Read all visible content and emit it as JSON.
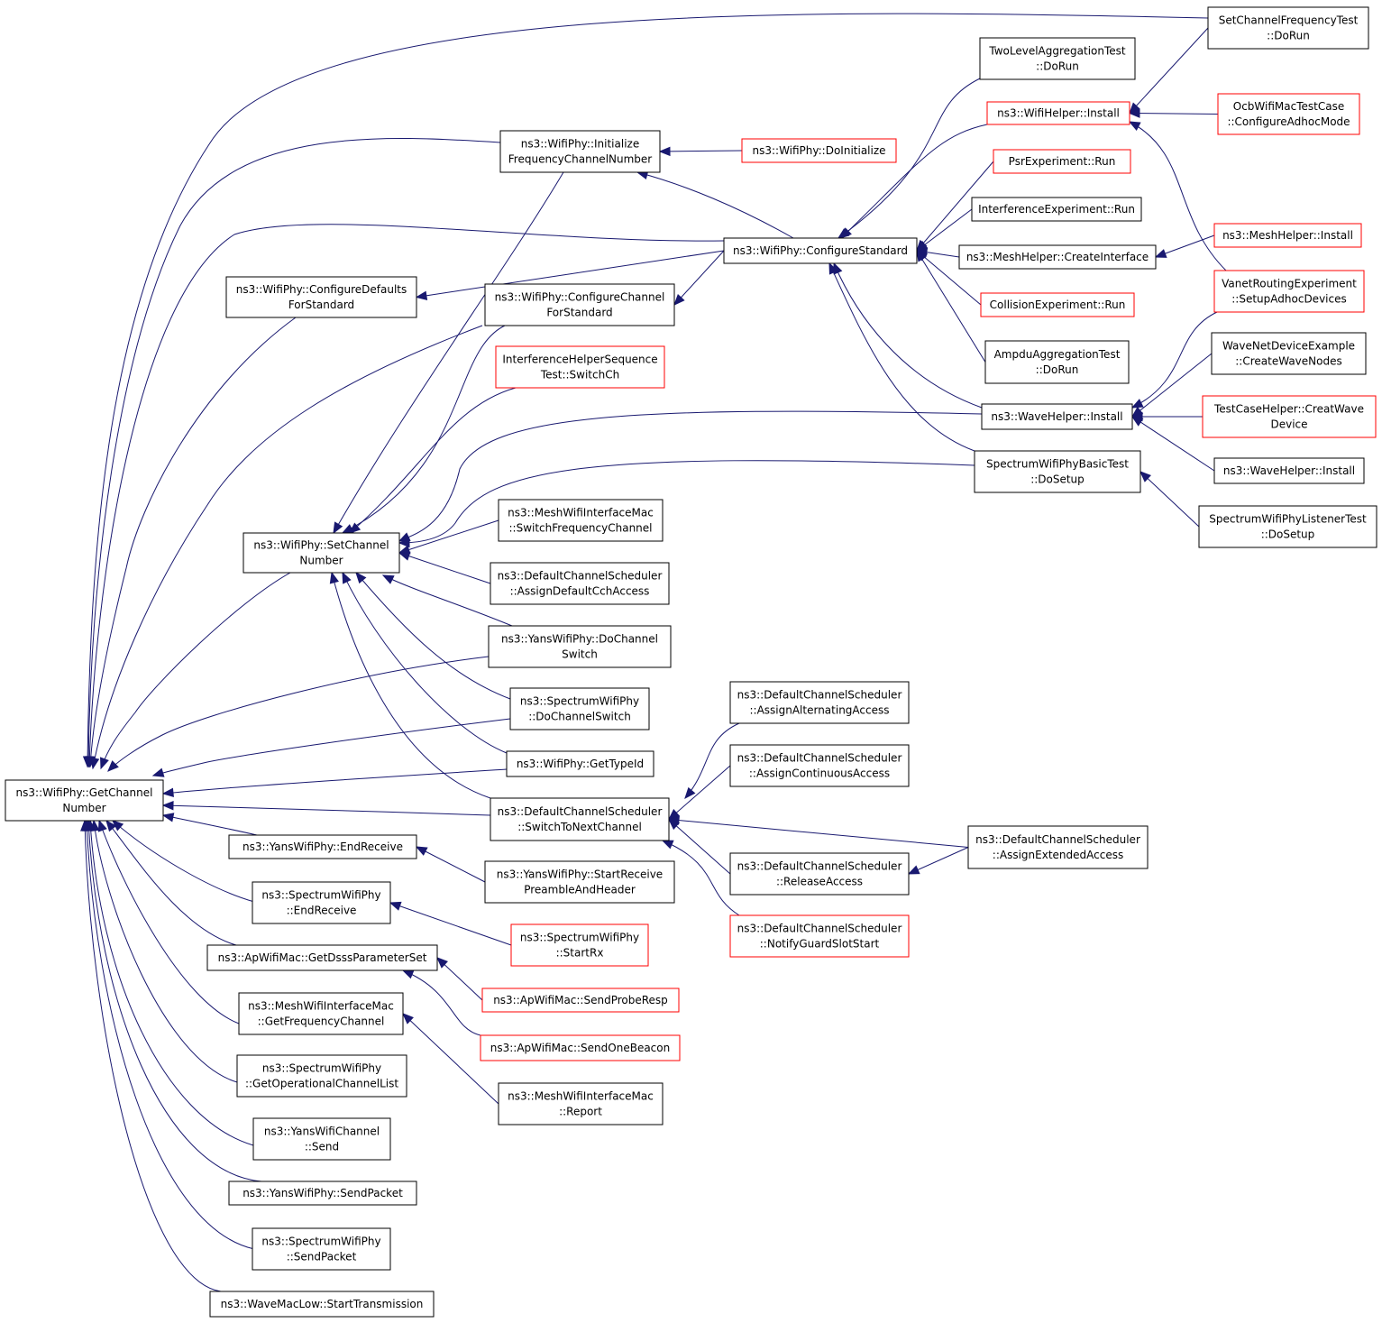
{
  "colors": {
    "edge": "#191970",
    "node_border": "#000000",
    "node_border_truncated": "#ff0000",
    "focus_fill": "#bfbfbf"
  },
  "nodes": {
    "get_channel_number": {
      "lines": [
        "ns3::WifiPhy::GetChannel",
        "Number"
      ],
      "border": "black",
      "focus": true
    },
    "set_channel_frequency_test": {
      "lines": [
        "SetChannelFrequencyTest",
        "::DoRun"
      ],
      "border": "black"
    },
    "two_level_aggregation_test": {
      "lines": [
        "TwoLevelAggregationTest",
        "::DoRun"
      ],
      "border": "black"
    },
    "wifi_helper_install": {
      "lines": [
        "ns3::WifiHelper::Install"
      ],
      "border": "red"
    },
    "ocb_wifi_mac_test_case": {
      "lines": [
        "OcbWifiMacTestCase",
        "::ConfigureAdhocMode"
      ],
      "border": "red"
    },
    "initialize_frequency_channel_number": {
      "lines": [
        "ns3::WifiPhy::Initialize",
        "FrequencyChannelNumber"
      ],
      "border": "black"
    },
    "do_initialize": {
      "lines": [
        "ns3::WifiPhy::DoInitialize"
      ],
      "border": "red"
    },
    "psr_experiment_run": {
      "lines": [
        "PsrExperiment::Run"
      ],
      "border": "red"
    },
    "interference_experiment_run": {
      "lines": [
        "InterferenceExperiment::Run"
      ],
      "border": "black"
    },
    "configure_standard": {
      "lines": [
        "ns3::WifiPhy::ConfigureStandard"
      ],
      "border": "black"
    },
    "mesh_helper_install": {
      "lines": [
        "ns3::MeshHelper::Install"
      ],
      "border": "red"
    },
    "mesh_helper_create_interface": {
      "lines": [
        "ns3::MeshHelper::CreateInterface"
      ],
      "border": "black"
    },
    "configure_defaults_for_standard": {
      "lines": [
        "ns3::WifiPhy::ConfigureDefaults",
        "ForStandard"
      ],
      "border": "black"
    },
    "configure_channel_for_standard": {
      "lines": [
        "ns3::WifiPhy::ConfigureChannel",
        "ForStandard"
      ],
      "border": "black"
    },
    "vanet_routing_experiment": {
      "lines": [
        "VanetRoutingExperiment",
        "::SetupAdhocDevices"
      ],
      "border": "red"
    },
    "collision_experiment_run": {
      "lines": [
        "CollisionExperiment::Run"
      ],
      "border": "red"
    },
    "interference_helper_sequence_test": {
      "lines": [
        "InterferenceHelperSequence",
        "Test::SwitchCh"
      ],
      "border": "red"
    },
    "ampdu_aggregation_test": {
      "lines": [
        "AmpduAggregationTest",
        "::DoRun"
      ],
      "border": "black"
    },
    "wave_net_device_example": {
      "lines": [
        "WaveNetDeviceExample",
        "::CreateWaveNodes"
      ],
      "border": "black"
    },
    "wave_helper_install_main": {
      "lines": [
        "ns3::WaveHelper::Install"
      ],
      "border": "black"
    },
    "test_case_helper_creat_wave_device": {
      "lines": [
        "TestCaseHelper::CreatWave",
        "Device"
      ],
      "border": "red"
    },
    "spectrum_wifi_phy_basic_test": {
      "lines": [
        "SpectrumWifiPhyBasicTest",
        "::DoSetup"
      ],
      "border": "black"
    },
    "wave_helper_install_2": {
      "lines": [
        "ns3::WaveHelper::Install"
      ],
      "border": "black"
    },
    "spectrum_wifi_phy_listener_test": {
      "lines": [
        "SpectrumWifiPhyListenerTest",
        "::DoSetup"
      ],
      "border": "black"
    },
    "mesh_wifi_interface_mac_switch_frequency_channel": {
      "lines": [
        "ns3::MeshWifiInterfaceMac",
        "::SwitchFrequencyChannel"
      ],
      "border": "black"
    },
    "set_channel_number": {
      "lines": [
        "ns3::WifiPhy::SetChannel",
        "Number"
      ],
      "border": "black"
    },
    "default_channel_scheduler_assign_default_cch_access": {
      "lines": [
        "ns3::DefaultChannelScheduler",
        "::AssignDefaultCchAccess"
      ],
      "border": "black"
    },
    "yans_wifi_phy_do_channel_switch": {
      "lines": [
        "ns3::YansWifiPhy::DoChannel",
        "Switch"
      ],
      "border": "black"
    },
    "default_channel_scheduler_assign_alternating_access": {
      "lines": [
        "ns3::DefaultChannelScheduler",
        "::AssignAlternatingAccess"
      ],
      "border": "black"
    },
    "spectrum_wifi_phy_do_channel_switch": {
      "lines": [
        "ns3::SpectrumWifiPhy",
        "::DoChannelSwitch"
      ],
      "border": "black"
    },
    "default_channel_scheduler_assign_continuous_access": {
      "lines": [
        "ns3::DefaultChannelScheduler",
        "::AssignContinuousAccess"
      ],
      "border": "black"
    },
    "wifi_phy_get_type_id": {
      "lines": [
        "ns3::WifiPhy::GetTypeId"
      ],
      "border": "black"
    },
    "default_channel_scheduler_switch_to_next_channel": {
      "lines": [
        "ns3::DefaultChannelScheduler",
        "::SwitchToNextChannel"
      ],
      "border": "black"
    },
    "default_channel_scheduler_assign_extended_access": {
      "lines": [
        "ns3::DefaultChannelScheduler",
        "::AssignExtendedAccess"
      ],
      "border": "black"
    },
    "yans_wifi_phy_end_receive": {
      "lines": [
        "ns3::YansWifiPhy::EndReceive"
      ],
      "border": "black"
    },
    "default_channel_scheduler_release_access": {
      "lines": [
        "ns3::DefaultChannelScheduler",
        "::ReleaseAccess"
      ],
      "border": "black"
    },
    "yans_wifi_phy_start_receive_preamble_and_header": {
      "lines": [
        "ns3::YansWifiPhy::StartReceive",
        "PreambleAndHeader"
      ],
      "border": "black"
    },
    "spectrum_wifi_phy_end_receive": {
      "lines": [
        "ns3::SpectrumWifiPhy",
        "::EndReceive"
      ],
      "border": "black"
    },
    "default_channel_scheduler_notify_guard_slot_start": {
      "lines": [
        "ns3::DefaultChannelScheduler",
        "::NotifyGuardSlotStart"
      ],
      "border": "red"
    },
    "spectrum_wifi_phy_start_rx": {
      "lines": [
        "ns3::SpectrumWifiPhy",
        "::StartRx"
      ],
      "border": "red"
    },
    "ap_wifi_mac_get_dsss_parameter_set": {
      "lines": [
        "ns3::ApWifiMac::GetDsssParameterSet"
      ],
      "border": "black"
    },
    "ap_wifi_mac_send_probe_resp": {
      "lines": [
        "ns3::ApWifiMac::SendProbeResp"
      ],
      "border": "red"
    },
    "mesh_wifi_interface_mac_get_frequency_channel": {
      "lines": [
        "ns3::MeshWifiInterfaceMac",
        "::GetFrequencyChannel"
      ],
      "border": "black"
    },
    "ap_wifi_mac_send_one_beacon": {
      "lines": [
        "ns3::ApWifiMac::SendOneBeacon"
      ],
      "border": "red"
    },
    "spectrum_wifi_phy_get_operational_channel_list": {
      "lines": [
        "ns3::SpectrumWifiPhy",
        "::GetOperationalChannelList"
      ],
      "border": "black"
    },
    "mesh_wifi_interface_mac_report": {
      "lines": [
        "ns3::MeshWifiInterfaceMac",
        "::Report"
      ],
      "border": "black"
    },
    "yans_wifi_channel_send": {
      "lines": [
        "ns3::YansWifiChannel",
        "::Send"
      ],
      "border": "black"
    },
    "yans_wifi_phy_send_packet": {
      "lines": [
        "ns3::YansWifiPhy::SendPacket"
      ],
      "border": "black"
    },
    "spectrum_wifi_phy_send_packet": {
      "lines": [
        "ns3::SpectrumWifiPhy",
        "::SendPacket"
      ],
      "border": "black"
    },
    "wave_mac_low_start_transmission": {
      "lines": [
        "ns3::WaveMacLow::StartTransmission"
      ],
      "border": "black"
    }
  },
  "edges": [
    [
      "set_channel_frequency_test",
      "get_channel_number"
    ],
    [
      "initialize_frequency_channel_number",
      "get_channel_number"
    ],
    [
      "configure_standard",
      "get_channel_number"
    ],
    [
      "configure_defaults_for_standard",
      "get_channel_number"
    ],
    [
      "configure_channel_for_standard",
      "get_channel_number"
    ],
    [
      "set_channel_number",
      "get_channel_number"
    ],
    [
      "yans_wifi_phy_do_channel_switch",
      "get_channel_number"
    ],
    [
      "spectrum_wifi_phy_do_channel_switch",
      "get_channel_number"
    ],
    [
      "wifi_phy_get_type_id",
      "get_channel_number"
    ],
    [
      "default_channel_scheduler_switch_to_next_channel",
      "get_channel_number"
    ],
    [
      "yans_wifi_phy_end_receive",
      "get_channel_number"
    ],
    [
      "spectrum_wifi_phy_end_receive",
      "get_channel_number"
    ],
    [
      "ap_wifi_mac_get_dsss_parameter_set",
      "get_channel_number"
    ],
    [
      "mesh_wifi_interface_mac_get_frequency_channel",
      "get_channel_number"
    ],
    [
      "spectrum_wifi_phy_get_operational_channel_list",
      "get_channel_number"
    ],
    [
      "yans_wifi_channel_send",
      "get_channel_number"
    ],
    [
      "yans_wifi_phy_send_packet",
      "get_channel_number"
    ],
    [
      "spectrum_wifi_phy_send_packet",
      "get_channel_number"
    ],
    [
      "wave_mac_low_start_transmission",
      "get_channel_number"
    ],
    [
      "do_initialize",
      "initialize_frequency_channel_number"
    ],
    [
      "configure_standard",
      "initialize_frequency_channel_number"
    ],
    [
      "configure_standard",
      "configure_defaults_for_standard"
    ],
    [
      "configure_standard",
      "configure_channel_for_standard"
    ],
    [
      "two_level_aggregation_test",
      "configure_standard"
    ],
    [
      "wifi_helper_install",
      "configure_standard"
    ],
    [
      "psr_experiment_run",
      "configure_standard"
    ],
    [
      "interference_experiment_run",
      "configure_standard"
    ],
    [
      "mesh_helper_create_interface",
      "configure_standard"
    ],
    [
      "collision_experiment_run",
      "configure_standard"
    ],
    [
      "ampdu_aggregation_test",
      "configure_standard"
    ],
    [
      "wave_helper_install_main",
      "configure_standard"
    ],
    [
      "spectrum_wifi_phy_basic_test",
      "configure_standard"
    ],
    [
      "set_channel_frequency_test",
      "wifi_helper_install"
    ],
    [
      "ocb_wifi_mac_test_case",
      "wifi_helper_install"
    ],
    [
      "vanet_routing_experiment",
      "wifi_helper_install"
    ],
    [
      "mesh_helper_install",
      "mesh_helper_create_interface"
    ],
    [
      "vanet_routing_experiment",
      "wave_helper_install_main"
    ],
    [
      "wave_net_device_example",
      "wave_helper_install_main"
    ],
    [
      "test_case_helper_creat_wave_device",
      "wave_helper_install_main"
    ],
    [
      "wave_helper_install_2",
      "wave_helper_install_main"
    ],
    [
      "spectrum_wifi_phy_listener_test",
      "spectrum_wifi_phy_basic_test"
    ],
    [
      "initialize_frequency_channel_number",
      "set_channel_number"
    ],
    [
      "configure_channel_for_standard",
      "set_channel_number"
    ],
    [
      "interference_helper_sequence_test",
      "set_channel_number"
    ],
    [
      "wave_helper_install_main",
      "set_channel_number"
    ],
    [
      "spectrum_wifi_phy_basic_test",
      "set_channel_number"
    ],
    [
      "mesh_wifi_interface_mac_switch_frequency_channel",
      "set_channel_number"
    ],
    [
      "default_channel_scheduler_assign_default_cch_access",
      "set_channel_number"
    ],
    [
      "yans_wifi_phy_do_channel_switch",
      "set_channel_number"
    ],
    [
      "spectrum_wifi_phy_do_channel_switch",
      "set_channel_number"
    ],
    [
      "wifi_phy_get_type_id",
      "set_channel_number"
    ],
    [
      "default_channel_scheduler_switch_to_next_channel",
      "set_channel_number"
    ],
    [
      "default_channel_scheduler_assign_alternating_access",
      "default_channel_scheduler_switch_to_next_channel"
    ],
    [
      "default_channel_scheduler_assign_continuous_access",
      "default_channel_scheduler_switch_to_next_channel"
    ],
    [
      "default_channel_scheduler_assign_extended_access",
      "default_channel_scheduler_switch_to_next_channel"
    ],
    [
      "default_channel_scheduler_release_access",
      "default_channel_scheduler_switch_to_next_channel"
    ],
    [
      "default_channel_scheduler_notify_guard_slot_start",
      "default_channel_scheduler_switch_to_next_channel"
    ],
    [
      "default_channel_scheduler_assign_extended_access",
      "default_channel_scheduler_release_access"
    ],
    [
      "yans_wifi_phy_start_receive_preamble_and_header",
      "yans_wifi_phy_end_receive"
    ],
    [
      "spectrum_wifi_phy_start_rx",
      "spectrum_wifi_phy_end_receive"
    ],
    [
      "ap_wifi_mac_send_probe_resp",
      "ap_wifi_mac_get_dsss_parameter_set"
    ],
    [
      "ap_wifi_mac_send_one_beacon",
      "ap_wifi_mac_get_dsss_parameter_set"
    ],
    [
      "mesh_wifi_interface_mac_report",
      "mesh_wifi_interface_mac_get_frequency_channel"
    ]
  ]
}
